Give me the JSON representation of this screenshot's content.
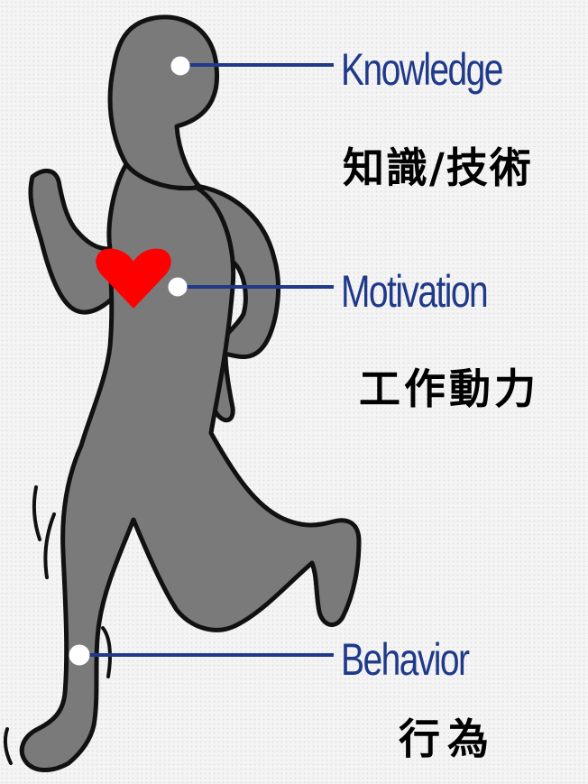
{
  "colors": {
    "background": "#f4f4f4",
    "silhouette": "#7a7a7a",
    "outline": "#111111",
    "connector": "#1f3a8a",
    "label_text": "#1f3a8a",
    "heart": "#ff0000",
    "marker": "#ffffff"
  },
  "icons": {
    "figure": "running-person-icon",
    "heart": "heart-icon"
  },
  "labels": {
    "knowledge": "Knowledge",
    "knowledge_zh": "知識/技術",
    "motivation": "Motivation",
    "motivation_zh": "工作動力",
    "behavior": "Behavior",
    "behavior_zh": "行為"
  }
}
